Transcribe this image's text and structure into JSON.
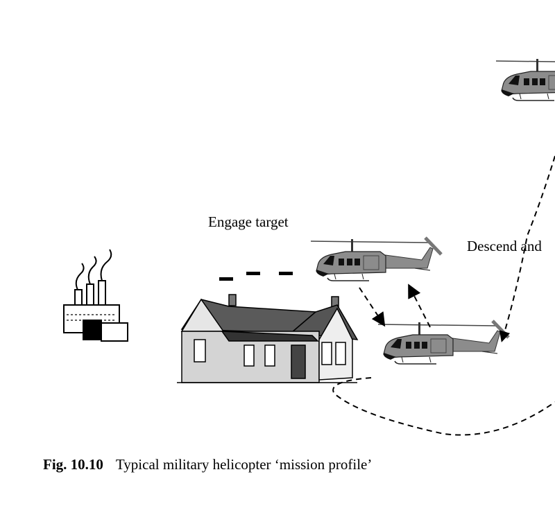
{
  "figure": {
    "labels": {
      "engage": "Engage target",
      "descend": "Descend and"
    },
    "caption": {
      "number": "Fig. 10.10",
      "text": "Typical military helicopter ‘mission profile’"
    },
    "colors": {
      "helicopter": "#8c8c8c",
      "roof": "#5a5a5a",
      "wall": "#d4d4d4"
    }
  }
}
